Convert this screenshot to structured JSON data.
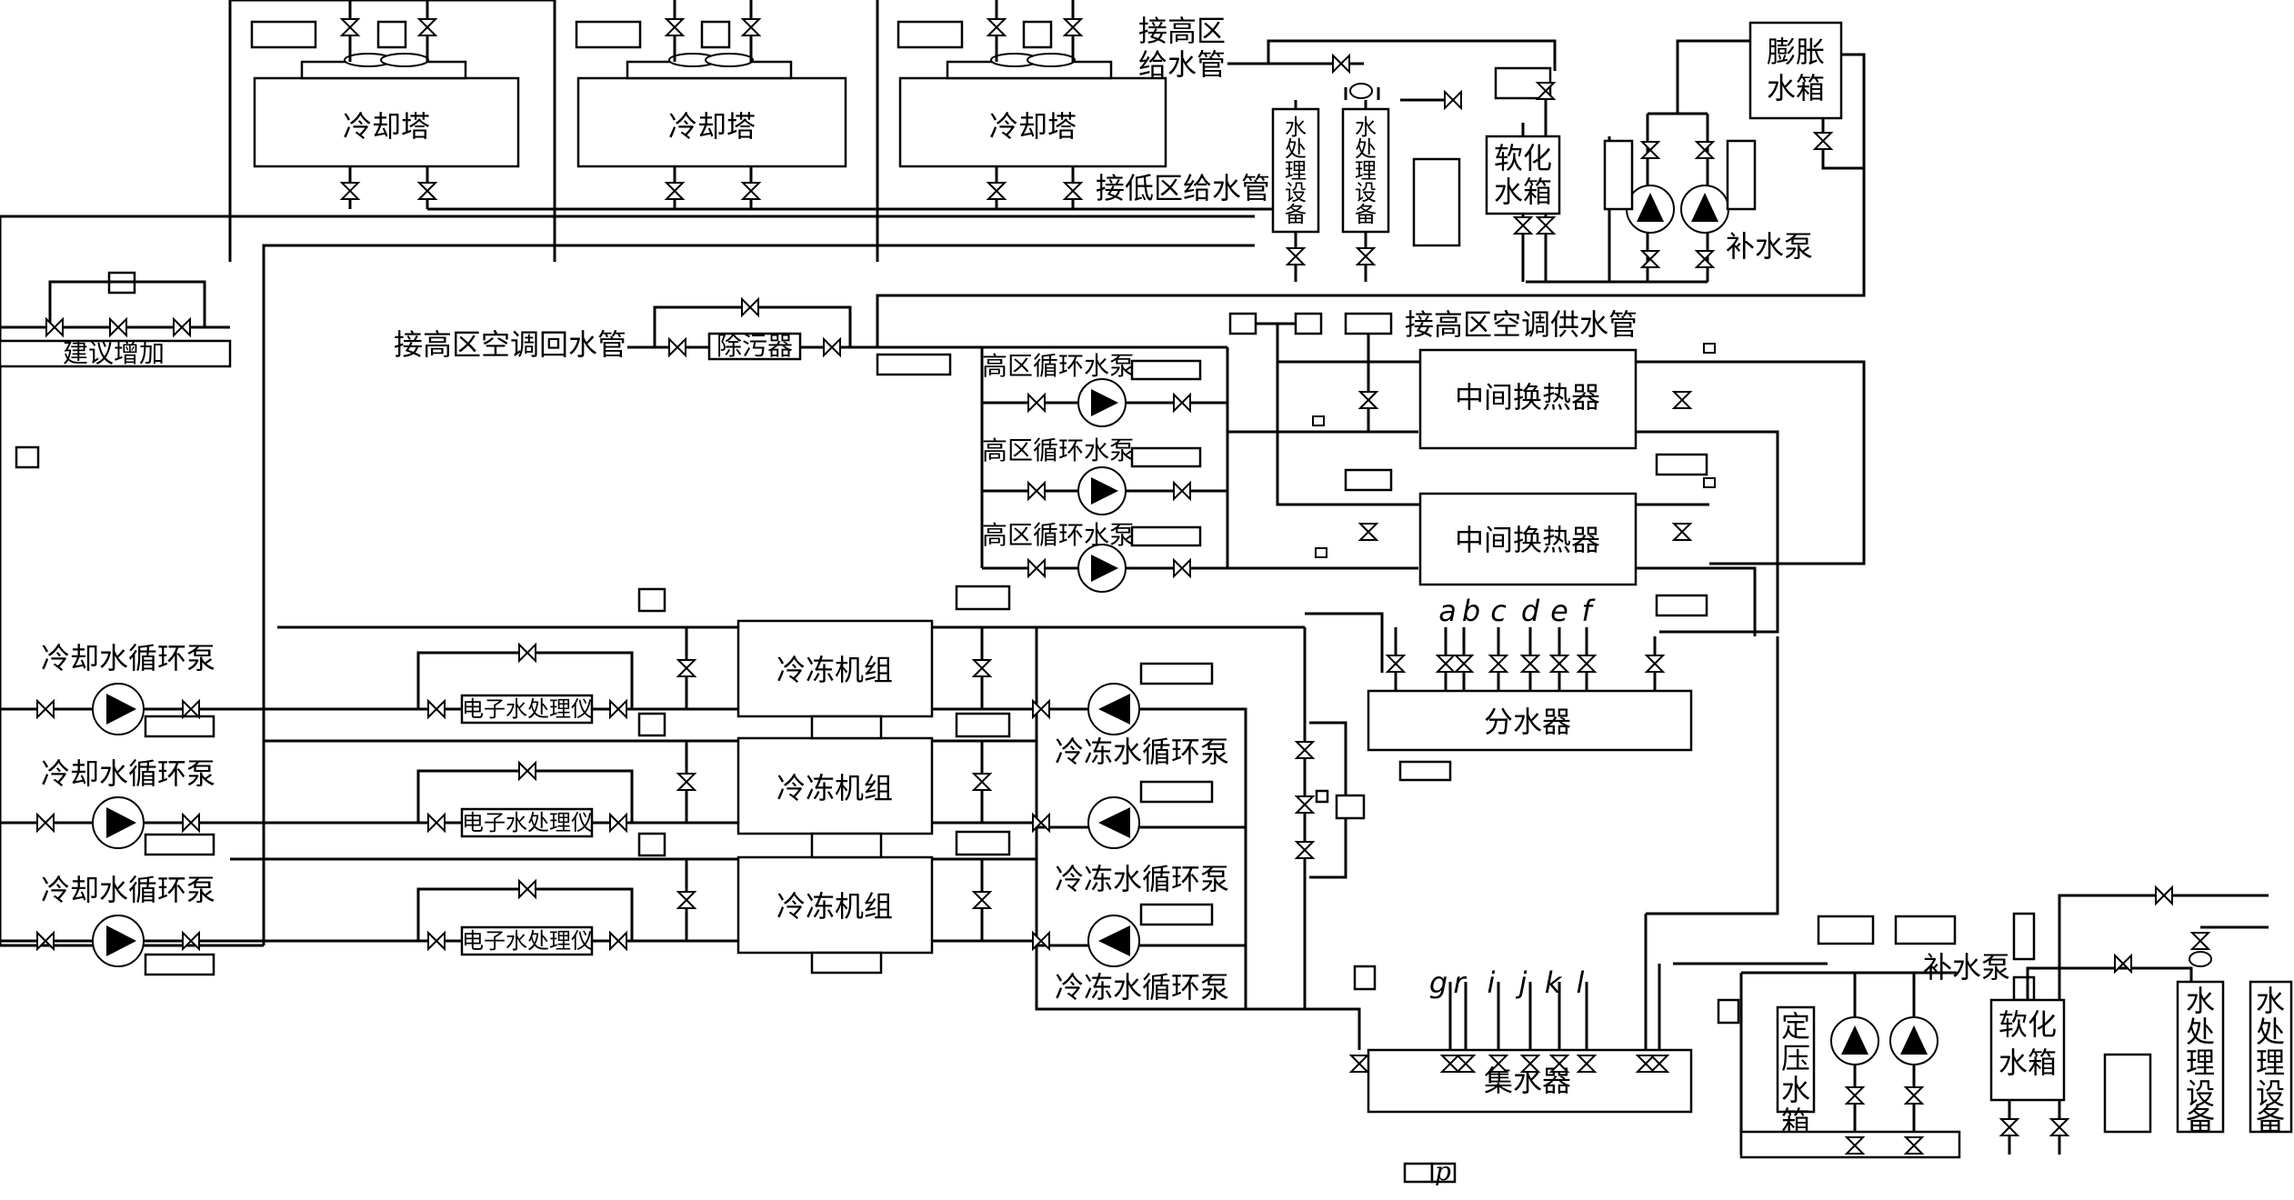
{
  "labels": {
    "cooling_tower": "冷却塔",
    "high_zone_supply": "接高区",
    "high_zone_supply_2": "给水管",
    "low_zone_supply": "接低区给水管",
    "water_treatment_v": "水处理设备",
    "water_treatment": "水处理设备",
    "softening_tank": "软化水箱",
    "softening_1": "软化",
    "softening_2": "水箱",
    "expansion_1": "膨胀",
    "expansion_2": "水箱",
    "makeup_pump": "补水泵",
    "suggest_add": "建议增加",
    "hvac_return": "接高区空调回水管",
    "dirt_separator": "除污器",
    "hvac_supply": "接高区空调供水管",
    "high_zone_pump": "高区循环水泵",
    "heat_exchanger": "中间换热器",
    "cw_pump": "冷却水循环泵",
    "e_water_treat": "电子水处理仪",
    "chiller": "冷冻机组",
    "chw_pump": "冷冻水循环泵",
    "distributor": "分水器",
    "collector": "集水器",
    "const_pressure": "定压水箱",
    "dist_branches": [
      "a",
      "b",
      "c",
      "d",
      "e",
      "f"
    ],
    "coll_branches": [
      "g",
      "r",
      "i",
      "j",
      "k",
      "l"
    ],
    "p": "p"
  }
}
